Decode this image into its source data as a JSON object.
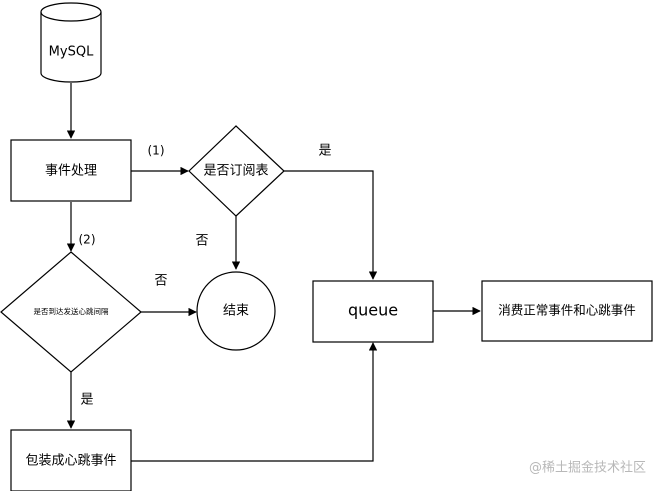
{
  "nodes": {
    "mysql": "MySQL",
    "event_processing": "事件处理",
    "is_subscribed": "是否订阅表",
    "heartbeat_check": "是否到达发送心跳间隔",
    "end": "结束",
    "queue": "queue",
    "consumer": "消费正常事件和心跳事件",
    "wrap_heartbeat": "包装成心跳事件"
  },
  "edge_labels": {
    "step1": "(1)",
    "step2": "(2)",
    "subscribed_yes": "是",
    "subscribed_no": "否",
    "heartbeat_no": "否",
    "heartbeat_yes": "是"
  },
  "watermark": "@稀土掘金技术社区",
  "colors": {
    "stroke": "#000000",
    "fill": "#ffffff",
    "watermark": "#b8b8b8"
  }
}
